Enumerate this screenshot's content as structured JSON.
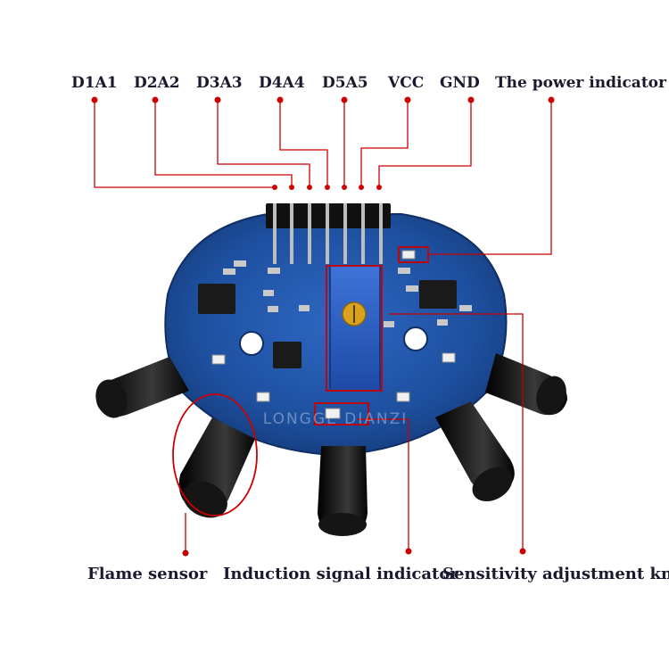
{
  "pin_labels": [
    "D1A1",
    "D2A2",
    "D3A3",
    "D4A4",
    "D5A5",
    "VCC",
    "GND"
  ],
  "power_indicator_label": "The power indicator",
  "bottom_labels": {
    "flame_sensor": "Flame sensor",
    "induction_signal_indicator": "Induction signal indicator",
    "sensitivity_adjustment_knob": "Sensitivity adjustment knob"
  },
  "watermark": "LONGGE DIANZI",
  "colors": {
    "callout_red": "#cc0000",
    "board_blue": "#1b4f9c",
    "sensor_black": "#111111",
    "label_text": "#1a1a2e"
  }
}
